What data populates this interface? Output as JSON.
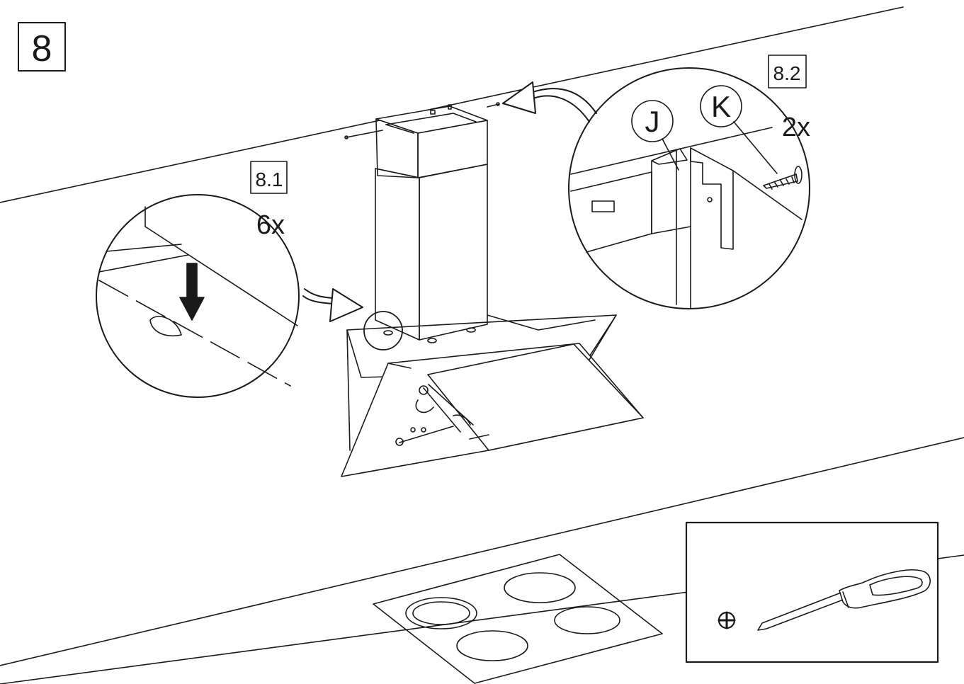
{
  "step_number": "8",
  "detail_a": {
    "box_label": "8.1",
    "quantity": "6x"
  },
  "detail_b": {
    "box_label": "8.2",
    "quantity": "2x",
    "part_j": "J",
    "part_k": "K"
  },
  "tool": {
    "icon": "phillips-screwdriver-icon",
    "bit_symbol": "phillips-bit-icon"
  },
  "colors": {
    "line": "#1a1a1a",
    "background": "#ffffff"
  }
}
